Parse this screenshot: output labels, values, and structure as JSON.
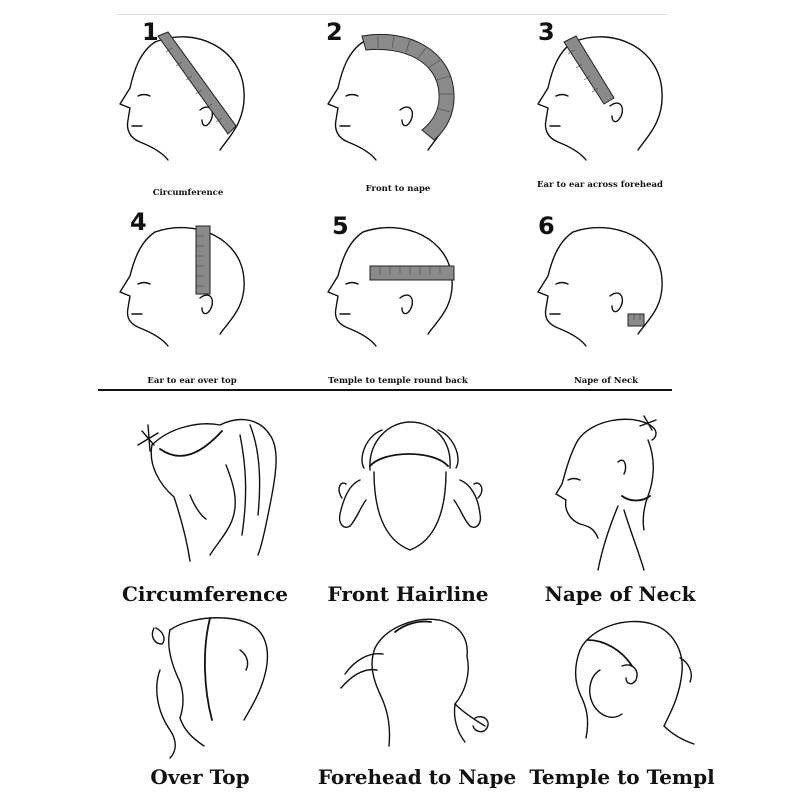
{
  "top_steps": [
    {
      "number": "1",
      "caption": "Circumference"
    },
    {
      "number": "2",
      "caption": "Front to nape"
    },
    {
      "number": "3",
      "caption": "Ear to ear across forehead"
    },
    {
      "number": "4",
      "caption": "Ear to ear over top"
    },
    {
      "number": "5",
      "caption": "Temple to temple round back"
    },
    {
      "number": "6",
      "caption": "Nape of Neck"
    }
  ],
  "bottom_steps": [
    {
      "caption": "Circumference"
    },
    {
      "caption": "Front Hairline"
    },
    {
      "caption": "Nape of Neck"
    },
    {
      "caption": "Over Top"
    },
    {
      "caption": "Forehead to Nape"
    },
    {
      "caption": "Temple to Templ"
    }
  ],
  "colors": {
    "tape": "#8a8a8a",
    "line": "#111111"
  }
}
